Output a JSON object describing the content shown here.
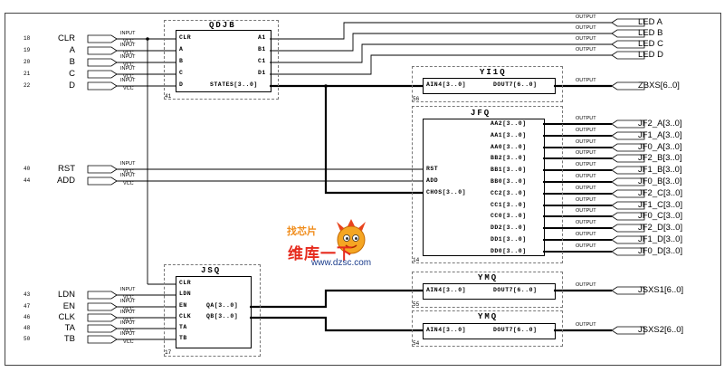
{
  "blocks": {
    "qdjb": {
      "title": "QDJB",
      "in_ports": [
        "CLR",
        "A",
        "B",
        "C",
        "D"
      ],
      "out_ports": [
        "A1",
        "B1",
        "C1",
        "D1",
        "STATES[3..0]"
      ],
      "id": "41"
    },
    "yi1q": {
      "title": "YI1Q",
      "in_port": "AIN4[3..0]",
      "out_port": "DOUT7[6..0]",
      "id": "56"
    },
    "jfq": {
      "title": "JFQ",
      "in_ports": [
        "RST",
        "ADD",
        "CHOS[3..0]"
      ],
      "out_ports": [
        "AA2[3..0]",
        "AA1[3..0]",
        "AA0[3..0]",
        "BB2[3..0]",
        "BB1[3..0]",
        "BB0[3..0]",
        "CC2[3..0]",
        "CC1[3..0]",
        "CC0[3..0]",
        "DD2[3..0]",
        "DD1[3..0]",
        "DD0[3..0]"
      ],
      "id": "14"
    },
    "jsq": {
      "title": "JSQ",
      "in_ports": [
        "CLR",
        "LDN",
        "EN",
        "CLK",
        "TA",
        "TB"
      ],
      "out_ports": [
        "QA[3..0]",
        "QB[3..0]"
      ],
      "id": "17"
    },
    "ymq1": {
      "title": "YMQ",
      "in_port": "AIN4[3..0]",
      "out_port": "DOUT7[6..0]",
      "id": "55"
    },
    "ymq2": {
      "title": "YMQ",
      "in_port": "AIN4[3..0]",
      "out_port": "DOUT7[6..0]",
      "id": "54"
    }
  },
  "inputs": {
    "group1": [
      {
        "num": "18",
        "name": "CLR"
      },
      {
        "num": "19",
        "name": "A"
      },
      {
        "num": "20",
        "name": "B"
      },
      {
        "num": "21",
        "name": "C"
      },
      {
        "num": "22",
        "name": "D"
      }
    ],
    "group2": [
      {
        "num": "40",
        "name": "RST"
      },
      {
        "num": "44",
        "name": "ADD"
      }
    ],
    "group3": [
      {
        "num": "43",
        "name": "LDN"
      },
      {
        "num": "47",
        "name": "EN"
      },
      {
        "num": "46",
        "name": "CLK"
      },
      {
        "num": "48",
        "name": "TA"
      },
      {
        "num": "50",
        "name": "TB"
      }
    ],
    "pin_tag": "INPUT",
    "pin_sub": "VCC"
  },
  "outputs": {
    "pin_tag": "OUTPUT",
    "leds": [
      "LED A",
      "LED B",
      "LED C",
      "LED D"
    ],
    "zbxs": "ZBXS[6..0]",
    "jf": [
      "JF2_A[3..0]",
      "JF1_A[3..0]",
      "JF0_A[3..0]",
      "JF2_B[3..0]",
      "JF1_B[3..0]",
      "JF0_B[3..0]",
      "JF2_C[3..0]",
      "JF1_C[3..0]",
      "JF0_C[3..0]",
      "JF2_D[3..0]",
      "JF1_D[3..0]",
      "JF0_D[3..0]"
    ],
    "jsxs1": "JSXS1[6..0]",
    "jsxs2": "JSXS2[6..0]"
  },
  "watermark": {
    "top": "找芯片",
    "brand": "维库一下",
    "url": "www.dzsc.com"
  }
}
